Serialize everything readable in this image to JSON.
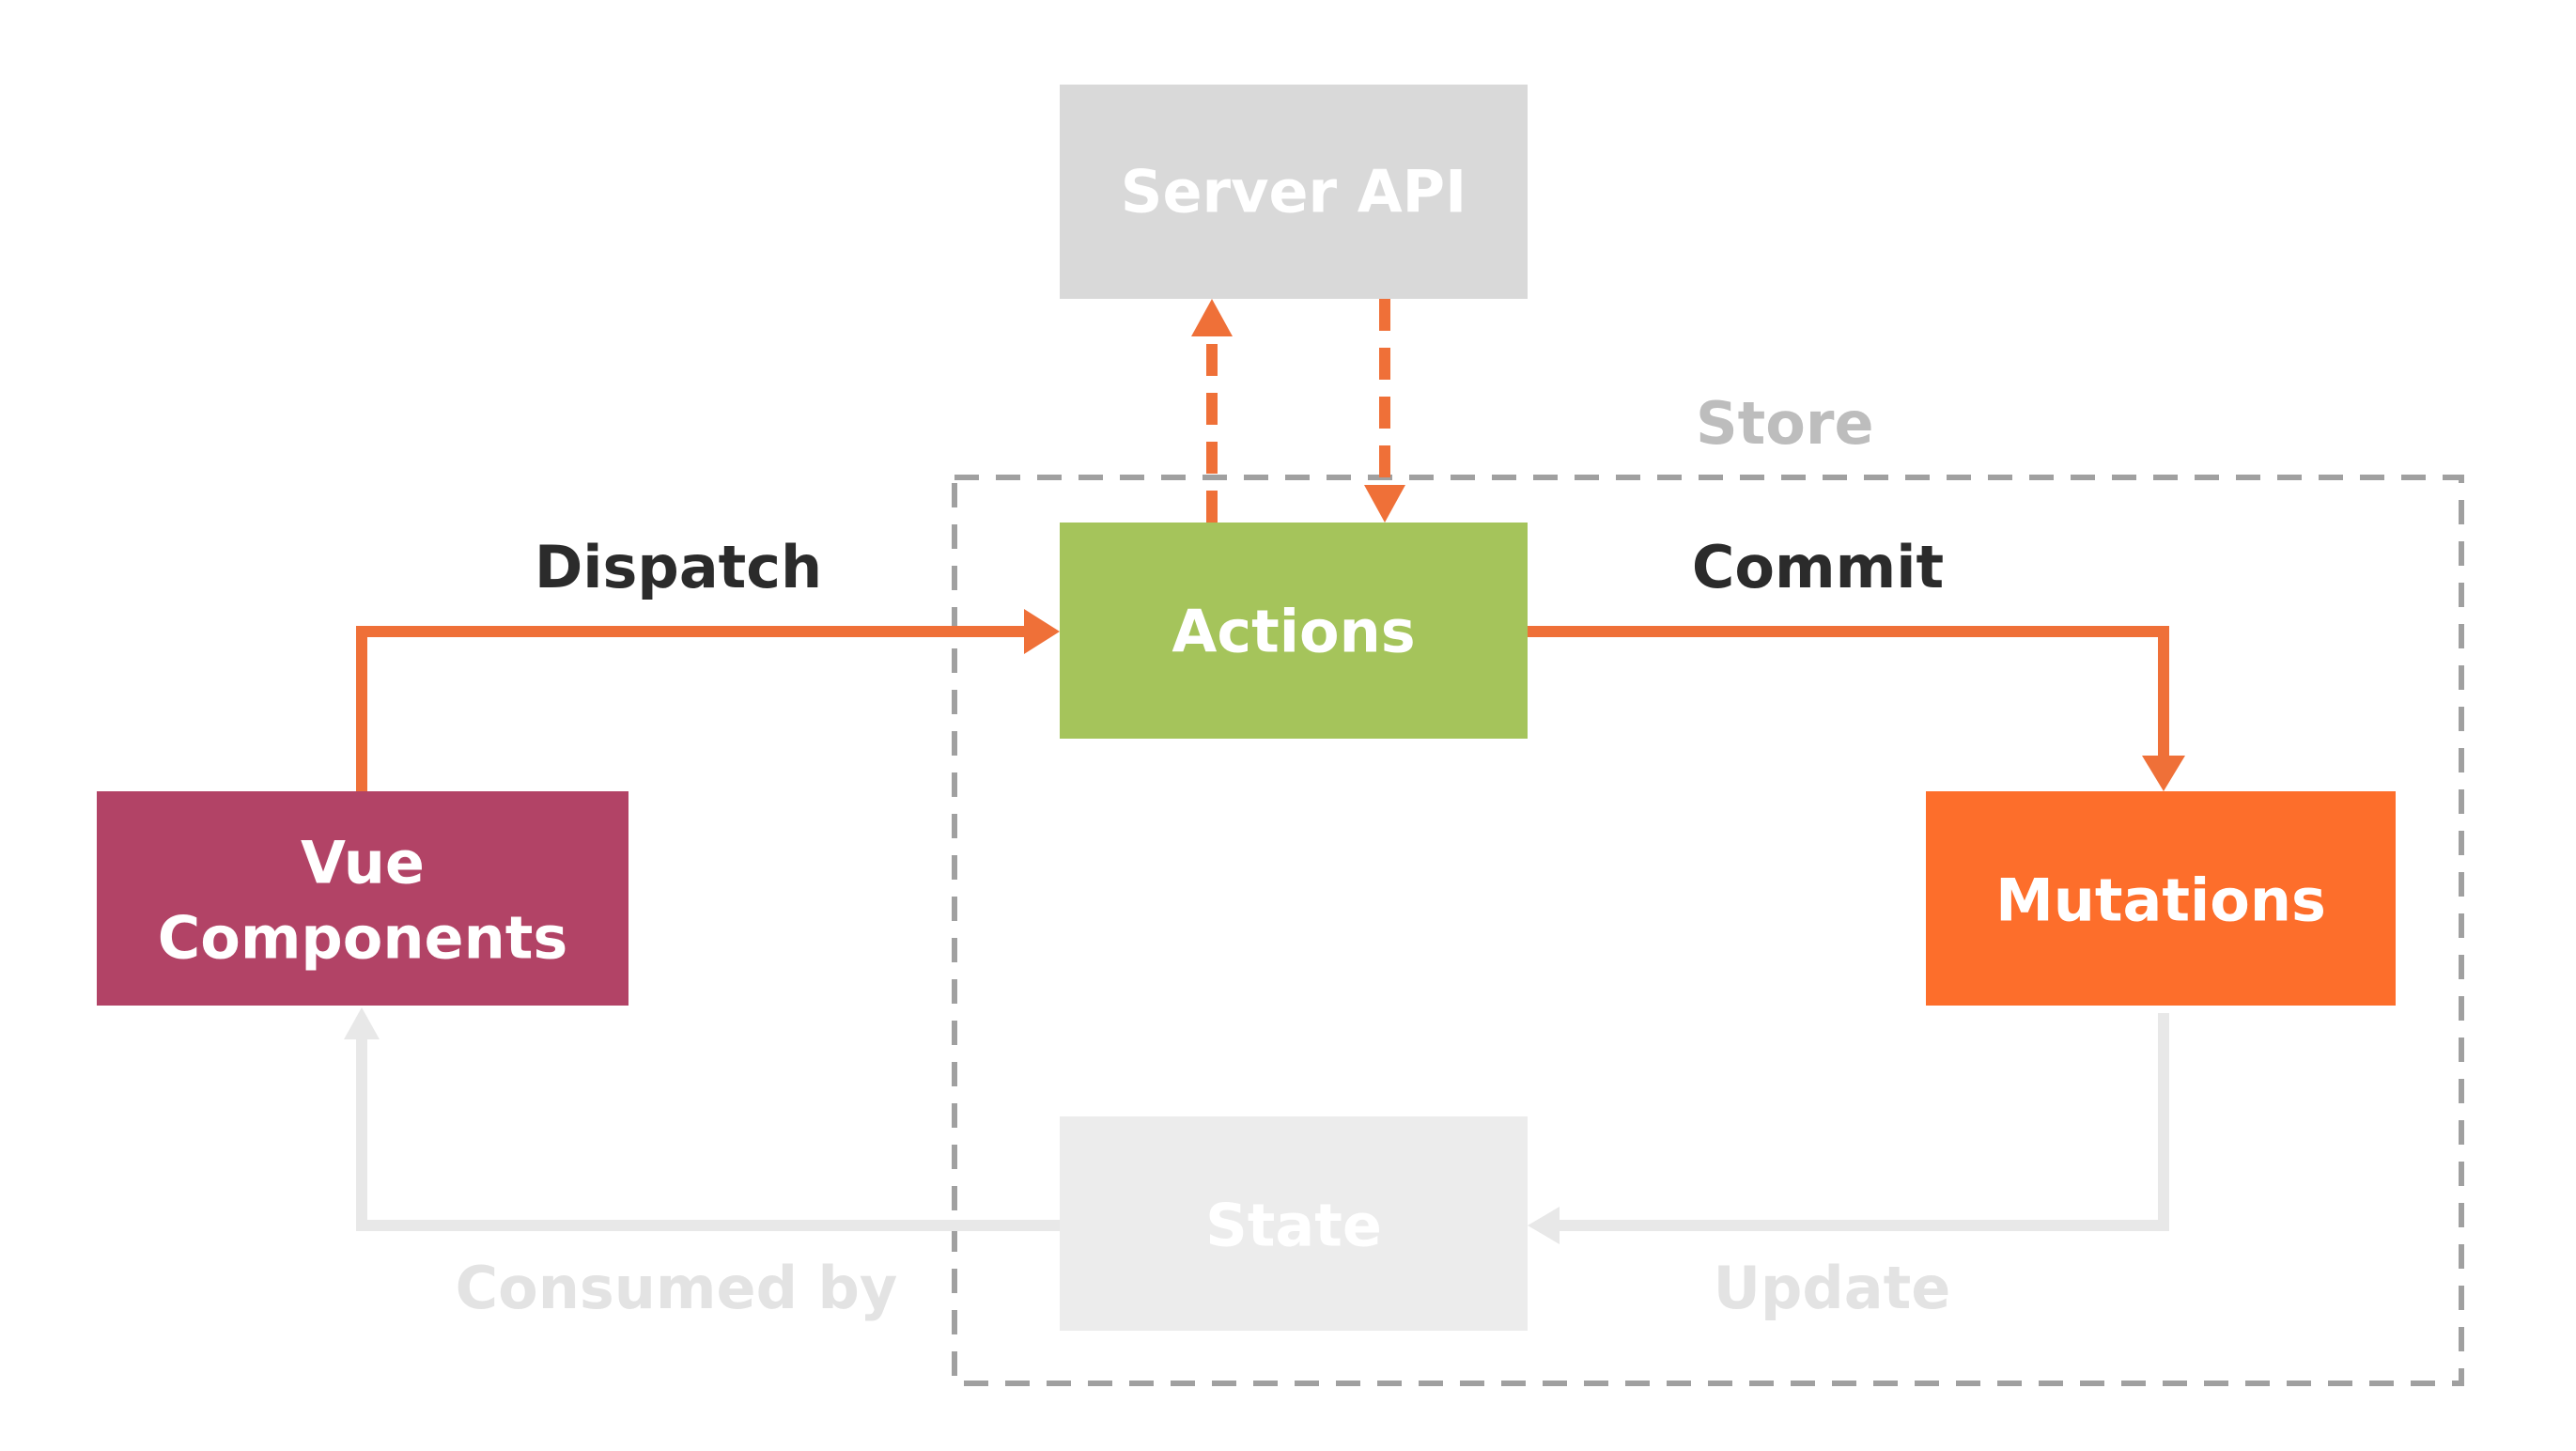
{
  "diagram": {
    "store_label": "Store",
    "nodes": {
      "server_api": "Server API",
      "actions": "Actions",
      "mutations": "Mutations",
      "vue_components_line1": "Vue",
      "vue_components_line2": "Components",
      "state": "State"
    },
    "edges": {
      "dispatch": "Dispatch",
      "commit": "Commit",
      "update": "Update",
      "consumed_by": "Consumed by"
    }
  },
  "colors": {
    "server_api": "#d9d9d9",
    "actions": "#a5c45b",
    "mutations": "#fd6e2b",
    "vue_components": "#b24366",
    "state": "#ececec",
    "arrow_active": "#ef7038",
    "arrow_faded": "#e8e8e8",
    "store_border": "#a0a0a0",
    "text_dark": "#2b2b2b",
    "text_faded": "#e3e3e3",
    "text_store": "#bdbdbd"
  }
}
